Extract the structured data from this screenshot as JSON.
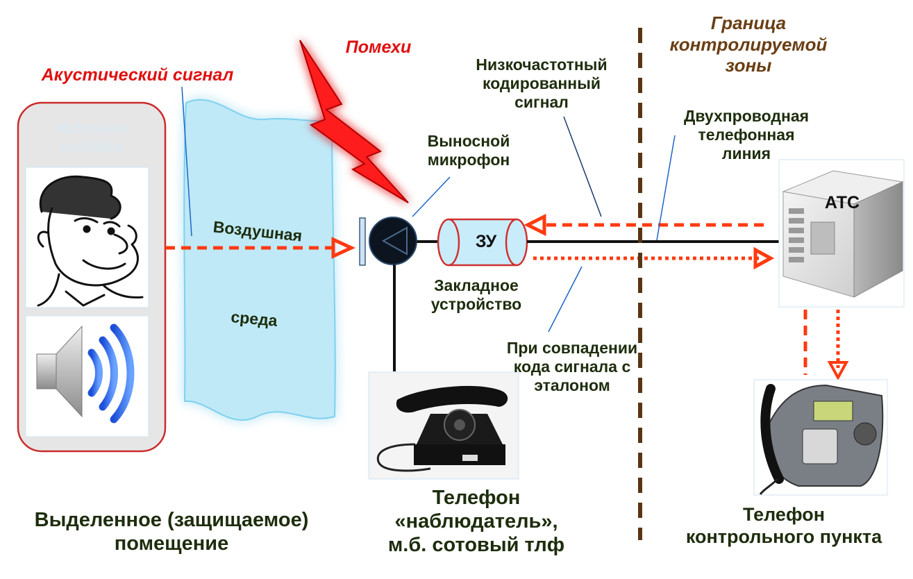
{
  "labels": {
    "acoustic_signal": "Акустический сигнал",
    "interference": "Помехи",
    "source": "Источник\nсигнала",
    "air": "Воздушная",
    "medium": "среда",
    "remote_mic": "Выносной\nмикрофон",
    "bug_short": "ЗУ",
    "bug_device": "Закладное\nустройство",
    "lowfreq": "Низкочастотный\nкодированный\nсигнал",
    "on_match": "При совпадении\nкода сигнала с\nэталоном",
    "zone_border": "Граница\nконтролируемой\nзоны",
    "twowire": "Двухпроводная\nтелефонная\nлиния",
    "pbx": "АТС",
    "room": "Выделенное (защищаемое)\nпомещение",
    "observer_phone": "Телефон\n«наблюдатель»,\nм.б. сотовый тлф",
    "control_phone": "Телефон\nконтрольного пункта"
  },
  "colors": {
    "label_dark": "#1d2d0d",
    "accent_red": "#e01010",
    "arrow_orange": "#ff3a10",
    "border_brown": "#5a3412",
    "air_blue": "#bfe9f7",
    "lightning": "#ff1a1a"
  }
}
